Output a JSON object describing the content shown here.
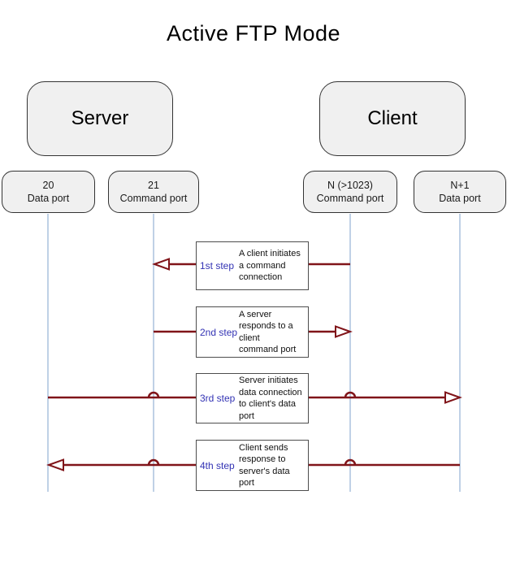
{
  "title": "Active FTP Mode",
  "colors": {
    "arrow": "#801419",
    "lifeline": "#9db8d8",
    "step_label": "#3333b4",
    "box_fill": "#f0f0f0",
    "box_border": "#333333"
  },
  "actors": [
    {
      "label": "Server"
    },
    {
      "label": "Client"
    }
  ],
  "ports": [
    {
      "number": "20",
      "label": "Data port",
      "owner": "Server"
    },
    {
      "number": "21",
      "label": "Command port",
      "owner": "Server"
    },
    {
      "number": "N (>1023)",
      "label": "Command port",
      "owner": "Client"
    },
    {
      "number": "N+1",
      "label": "Data port",
      "owner": "Client"
    }
  ],
  "steps": [
    {
      "label": "1st step",
      "description": "A client initiates\na command\nconnection",
      "from": "N (>1023) Command port",
      "to": "21 Command port",
      "direction": "left"
    },
    {
      "label": "2nd step",
      "description": "A server\nresponds to a\nclient\ncommand port",
      "from": "21 Command port",
      "to": "N (>1023) Command port",
      "direction": "right"
    },
    {
      "label": "3rd step",
      "description": "Server initiates\ndata connection\nto client's data\nport",
      "from": "20 Data port",
      "to": "N+1 Data port",
      "direction": "right"
    },
    {
      "label": "4th step",
      "description": "Client sends\nresponse to\nserver's data\nport",
      "from": "N+1 Data port",
      "to": "20 Data port",
      "direction": "left"
    }
  ]
}
